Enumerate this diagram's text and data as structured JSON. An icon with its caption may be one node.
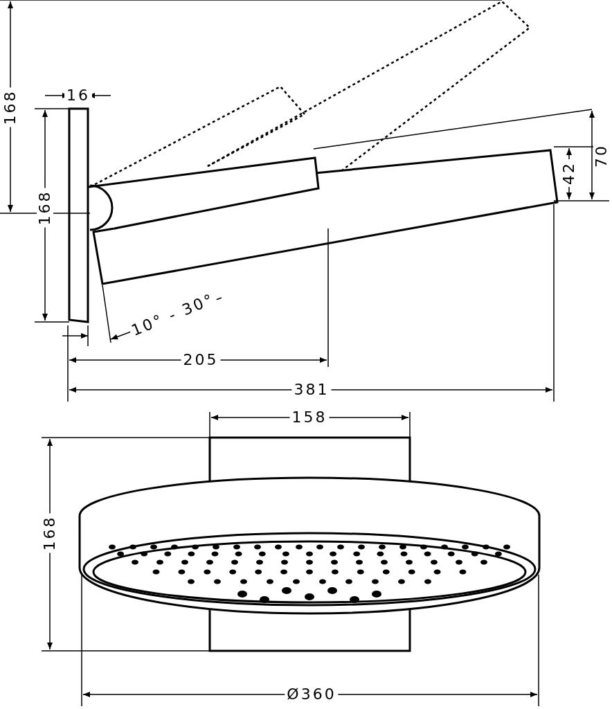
{
  "diagram": {
    "labels": [
      "168",
      "16",
      "168",
      "70",
      "42",
      "10° - 30°",
      "205",
      "381",
      "158",
      "168",
      "Ø360"
    ]
  }
}
